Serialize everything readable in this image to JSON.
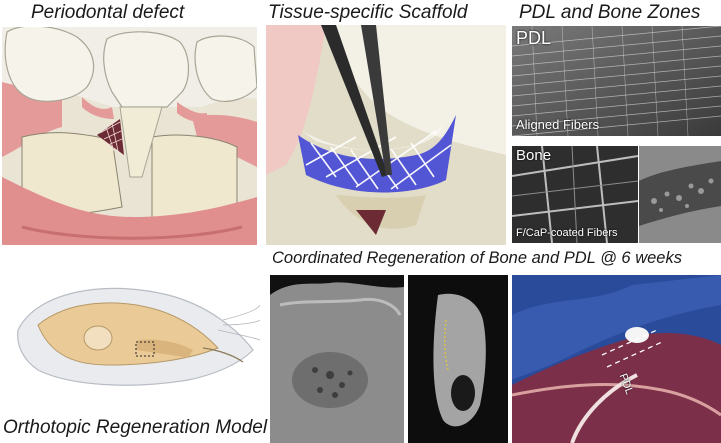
{
  "captions": {
    "periodontal_defect": "Periodontal defect",
    "tissue_scaffold": "Tissue-specific Scaffold",
    "pdl_bone_zones": "PDL and Bone Zones",
    "coordinated_regeneration": "Coordinated Regeneration of Bone and PDL @ 6 weeks",
    "orthotopic_model": "Orthotopic Regeneration Model"
  },
  "sem_labels": {
    "pdl_title": "PDL",
    "pdl_sub": "Aligned Fibers",
    "bone_title": "Bone",
    "bone_sub": "F/CaP-coated Fibers"
  },
  "histology_label": "PDL",
  "colors": {
    "gum": "#e9a3a3",
    "bone": "#ece6cf",
    "tooth": "#f4f2e8",
    "scaffold_blue": "#4a4fd1",
    "histology_blue": "#2a4a9a",
    "histology_red": "#9a2a3a"
  }
}
